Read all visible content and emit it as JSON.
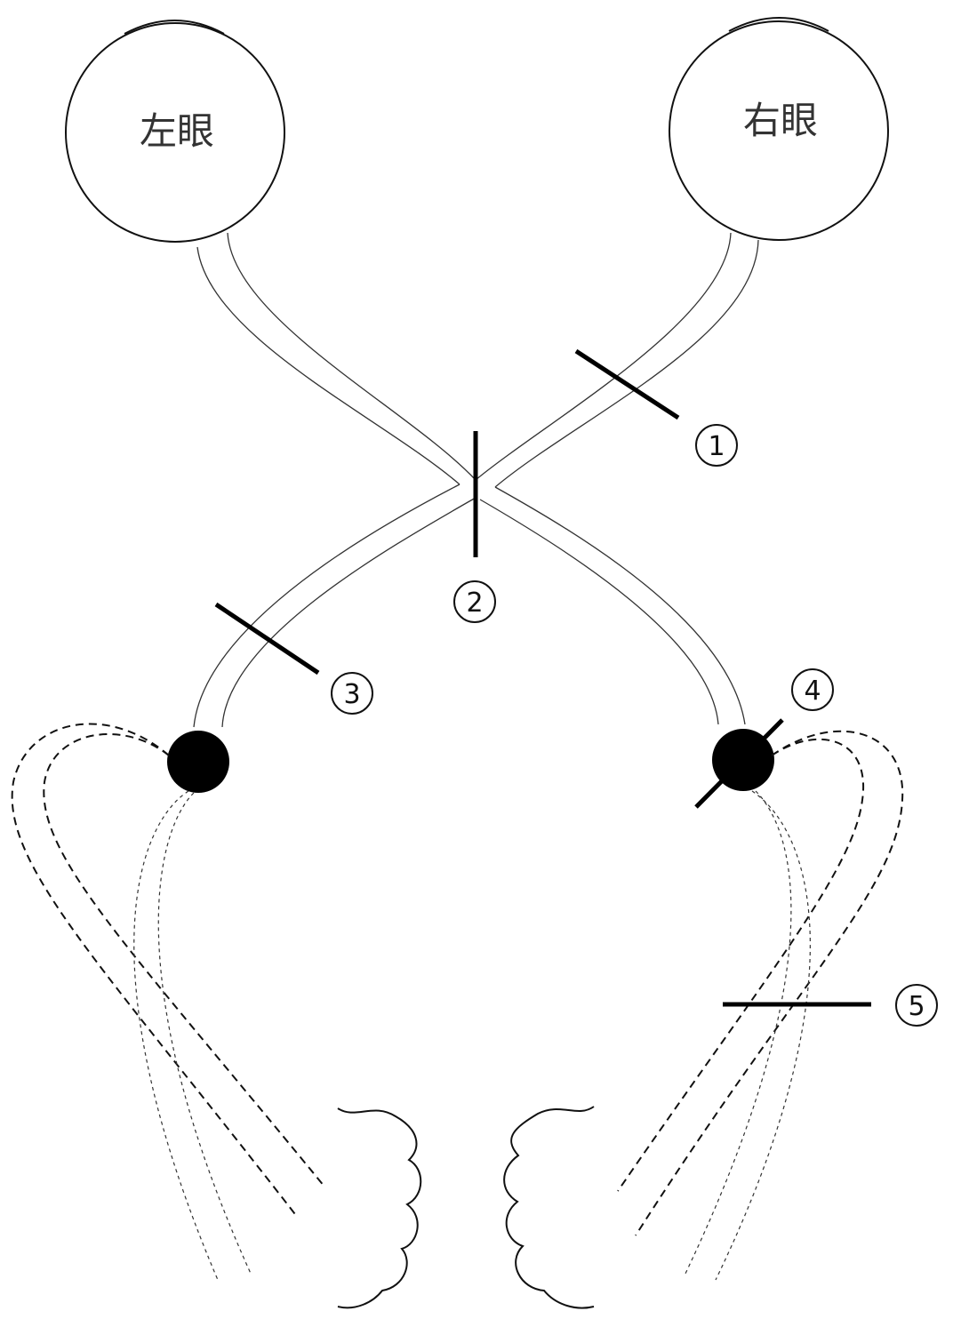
{
  "eyes": {
    "left": {
      "label": "左眼"
    },
    "right": {
      "label": "右眼"
    }
  },
  "markers": [
    {
      "id": "1",
      "label": "1"
    },
    {
      "id": "2",
      "label": "2"
    },
    {
      "id": "3",
      "label": "3"
    },
    {
      "id": "4",
      "label": "4"
    },
    {
      "id": "5",
      "label": "5"
    }
  ]
}
